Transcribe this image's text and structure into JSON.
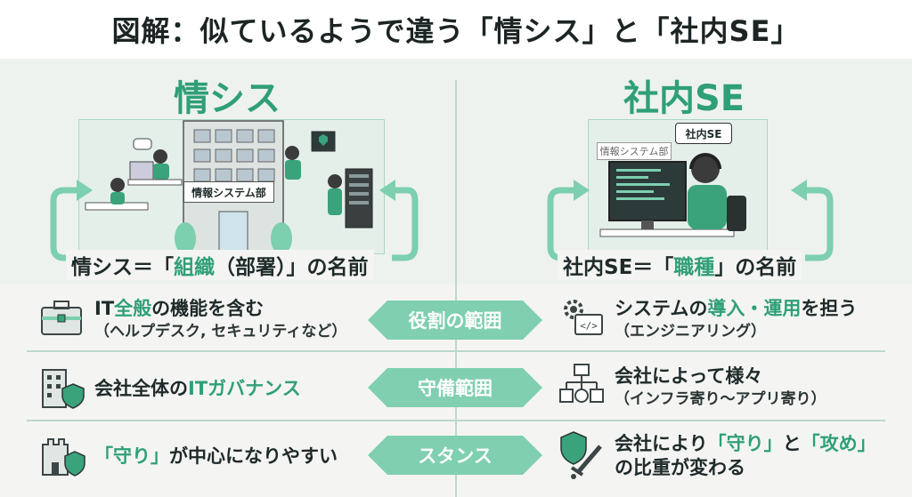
{
  "title": "図解：似ているようで違う「情シス」と「社内SE」",
  "left": {
    "heading": "情シス",
    "dept_plate": "情報システム部",
    "caption_pre": "情シス＝「",
    "caption_em": "組織",
    "caption_post": "（部署）」の名前"
  },
  "right": {
    "heading": "社内SE",
    "badge": "社内SE",
    "dept_label": "情報システム部",
    "caption_pre": "社内SE＝「",
    "caption_em": "職種",
    "caption_post": "」の名前"
  },
  "rows": [
    {
      "label": "役割の範囲",
      "left_pre": "IT",
      "left_em": "全般",
      "left_post": "の機能を含む",
      "left_sub": "（ヘルプデスク, セキュリティなど）",
      "right_pre": "システムの",
      "right_em": "導入・運用",
      "right_post": "を担う",
      "right_sub": "（エンジニアリング）"
    },
    {
      "label": "守備範囲",
      "left_pre": "会社全体の",
      "left_em": "ITガバナンス",
      "left_post": "",
      "right_main": "会社によって様々",
      "right_sub": "（インフラ寄り〜アプリ寄り）"
    },
    {
      "label": "スタンス",
      "left_em": "「守り」",
      "left_post": "が中心になりやすい",
      "right_pre": "会社により",
      "right_em1": "「守り」",
      "right_mid": "と",
      "right_em2": "「攻め」",
      "right_sub": "の比重が変わる"
    }
  ],
  "colors": {
    "accent": "#2f9f78",
    "pill": "#7fcfb0",
    "line": "#bcd8cb"
  }
}
